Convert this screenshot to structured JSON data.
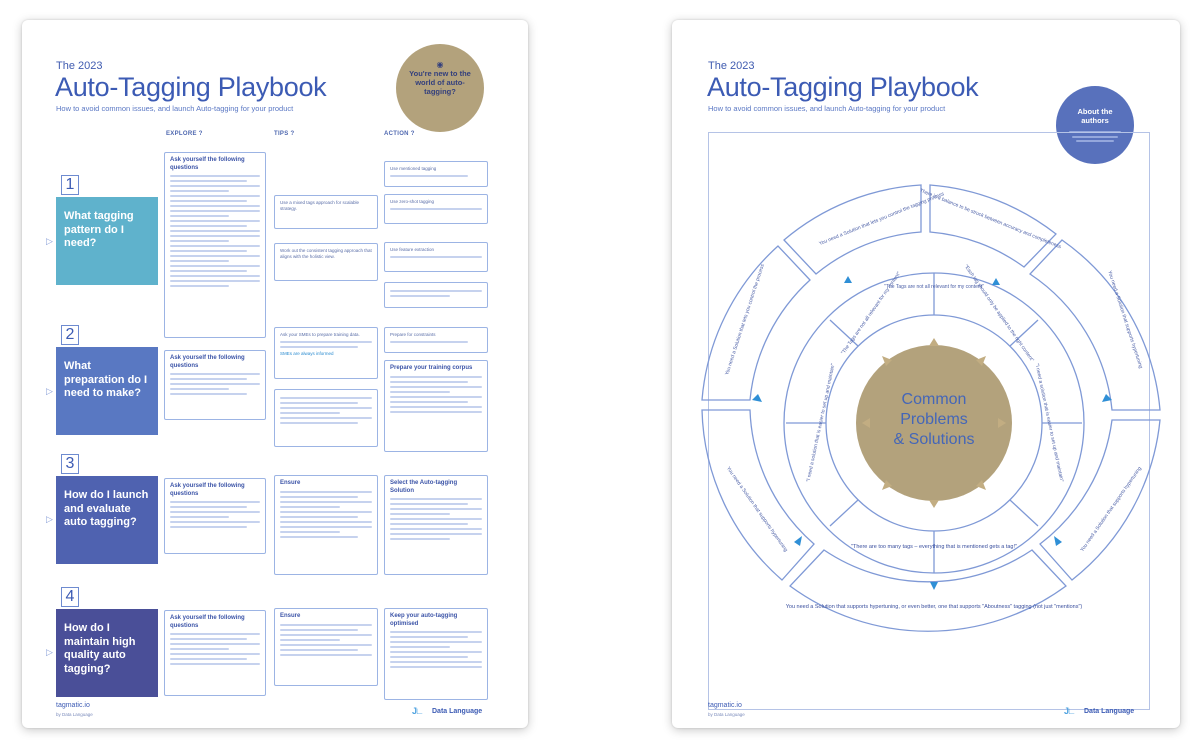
{
  "left": {
    "kicker": "The 2023",
    "title": "Auto-Tagging Playbook",
    "subtitle": "How to avoid common issues, and launch Auto-tagging for your product",
    "badge": {
      "icon": "info-icon",
      "heading": "You're new to the world of auto-tagging?"
    },
    "columns": [
      "EXPLORE ?",
      "TIPS ?",
      "ACTION ?"
    ],
    "steps": [
      {
        "number": "1",
        "question": "What tagging pattern do I need?",
        "color": "#5fb2cc"
      },
      {
        "number": "2",
        "question": "What preparation do I need to make?",
        "color": "#5978c2"
      },
      {
        "number": "3",
        "question": "How do I launch and evaluate auto tagging?",
        "color": "#4f62b0"
      },
      {
        "number": "4",
        "question": "How do I maintain high quality auto tagging?",
        "color": "#4a4f98"
      }
    ],
    "explore_heads": [
      "Ask yourself the following questions",
      "Ask yourself the following questions",
      "Ask yourself the following questions",
      "Ask yourself the following questions"
    ],
    "tips": [
      "Use a mixed tags approach for scalable strategy.",
      "Work out the consistent tagging approach that aligns with the holistic view.",
      "Ask your SMEs to prepare training data.",
      "Ensure",
      "Ensure"
    ],
    "tip_highlights": [
      "consistent tagging",
      "holistic view",
      "SMEs are always informed"
    ],
    "actions": [
      "Use mentioned tagging",
      "Use zero-shot tagging",
      "Use feature extraction",
      "Prepare for constraints",
      "Prepare your training corpus",
      "Select the Auto-tagging Solution",
      "Keep your auto-tagging optimised"
    ],
    "footer": {
      "left": "tagmatic.io",
      "left_sub": "by Data Language",
      "brand": "Data Language"
    }
  },
  "right": {
    "kicker": "The 2023",
    "title": "Auto-Tagging Playbook",
    "subtitle": "How to avoid common issues, and launch Auto-tagging for your product",
    "badge": {
      "heading": "About the authors"
    },
    "center": [
      "Common",
      "Problems",
      "& Solutions"
    ],
    "problems": [
      "\"The Tags are not all relevant for my content\"",
      "\"The Tags are not all relevant for my content\"",
      "\"There are too many tags – everything that is mentioned gets a tag!\"",
      "\"Each tag should only be applied to the right content\"",
      "\"I need a solution that is easier to set up and maintain\""
    ],
    "solutions": [
      "There is a balance to be struck between accuracy and completeness",
      "You need a Solution that supports hypertuning",
      "You need a Solution that supports hypertuning, or even better, one that supports \"Aboutness\" tagging (not just \"mentions\")",
      "You need a Solution that lets you control the process",
      "You need a Solution that lets you control the tagging process"
    ],
    "footer": {
      "left": "tagmatic.io",
      "left_sub": "by Data Language",
      "brand": "Data Language"
    },
    "colors": {
      "ring": "#7f99d6",
      "center": "#b3a27c",
      "arrow": "#c2ad82",
      "bullet": "#2f8fd6"
    }
  }
}
